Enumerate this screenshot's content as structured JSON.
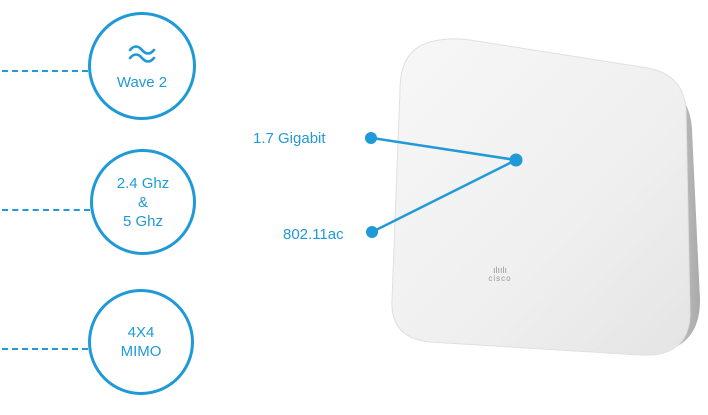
{
  "features": [
    {
      "label": "Wave 2",
      "icon": "wave-icon"
    },
    {
      "line1": "2.4 Ghz",
      "line2": "&",
      "line3": "5 Ghz"
    },
    {
      "line1": "4X4",
      "line2": "MIMO"
    }
  ],
  "callouts": {
    "speed": "1.7 Gigabit",
    "standard": "802.11ac"
  },
  "device": {
    "brand": "cisco",
    "brand_bars": "ılıılı"
  },
  "colors": {
    "accent": "#1f9ad6",
    "device_body": "#f1f1f1",
    "device_edge": "#d6d6d6"
  }
}
